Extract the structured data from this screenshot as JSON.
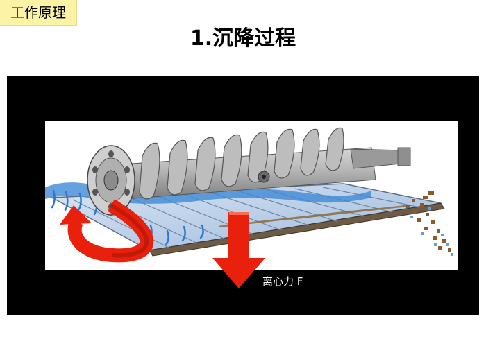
{
  "header": {
    "tag": "工作原理",
    "title": "1.沉降过程"
  },
  "diagram": {
    "force_label": "离心力 F",
    "colors": {
      "background": "#000000",
      "water": "#4a90d9",
      "screw": "#a9a9a9",
      "arrow": "#e8200c",
      "solids": "#8b5a2b"
    }
  }
}
